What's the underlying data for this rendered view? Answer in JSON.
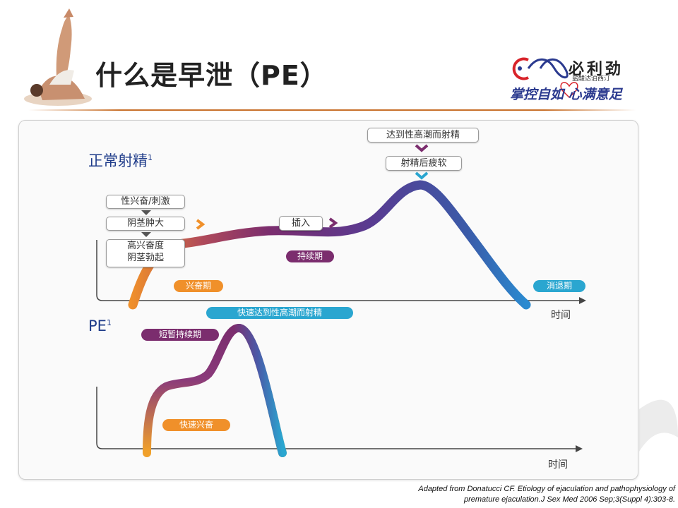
{
  "header": {
    "title": "什么是早泄（PE）",
    "logo_name": "必利劲",
    "logo_sub": "盐酸达泊西汀",
    "slogan": "掌控自如 心满意足"
  },
  "normal": {
    "label": "正常射精",
    "label_sup": "1",
    "boxes": {
      "arousal": "性兴奋/刺激",
      "erect1": "阴茎肿大",
      "erect2a": "高兴奋度",
      "erect2b": "阴茎勃起",
      "insert": "插入",
      "climax": "达到性高潮而射精",
      "fatigue": "射精后疲软"
    },
    "phases": {
      "excitement": "兴奋期",
      "plateau": "持续期",
      "resolution": "消退期"
    },
    "x_axis": "时间"
  },
  "pe": {
    "label": "PE",
    "label_sup": "1",
    "phases": {
      "fast_climax": "快速达到性高潮而射精",
      "short_plateau": "短暂持续期",
      "fast_excitement": "快速兴奋"
    },
    "x_axis": "时间"
  },
  "citation": {
    "line1": "Adapted from Donatucci CF. Etiology of ejaculation and pathophysiology of",
    "line2": "premature ejaculation.J Sex Med 2006 Sep;3(Suppl 4):303-8."
  },
  "colors": {
    "orange": "#f0902a",
    "purple": "#7b2d6e",
    "blue": "#3a5aa8",
    "cyan": "#2aa6d0",
    "title_blue": "#1f3c8a"
  }
}
